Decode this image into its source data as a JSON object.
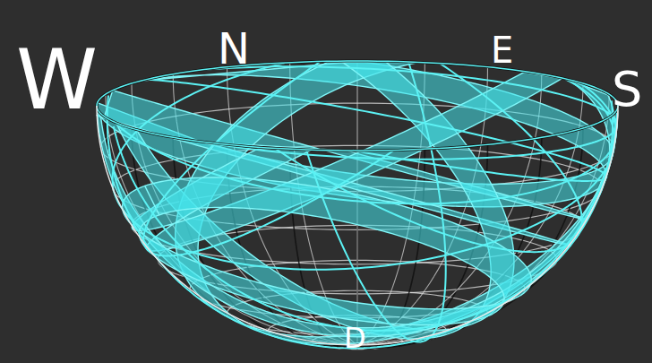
{
  "diagram": {
    "labels": [
      "W",
      "N",
      "E",
      "S",
      "D"
    ]
  }
}
